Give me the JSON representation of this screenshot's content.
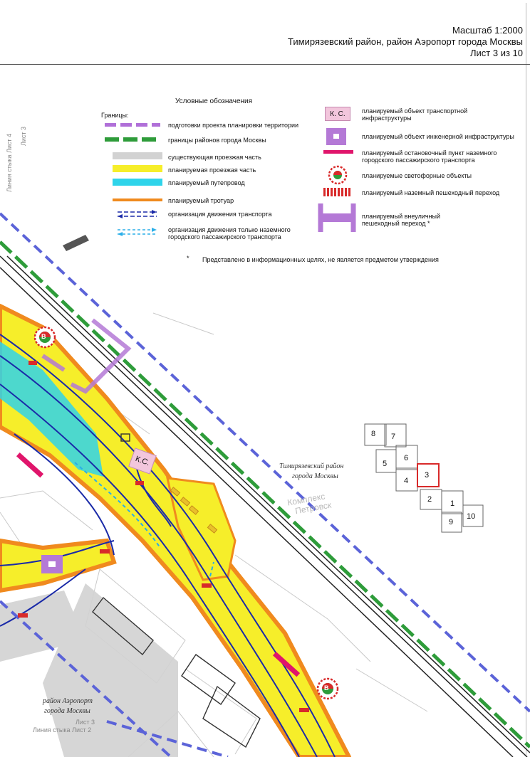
{
  "header": {
    "scale": "Масштаб 1:2000",
    "district": "Тимирязевский район, район Аэропорт города Москвы",
    "sheet": "Лист 3 из 10"
  },
  "legend": {
    "title": "Условные обозначения",
    "boundaries_heading": "Границы:",
    "left_items": [
      {
        "label": "подготовки проекта планировки территории"
      },
      {
        "label": "границы районов города Москвы"
      },
      {
        "label": "существующая проезжая часть"
      },
      {
        "label": "планируемая проезжая часть"
      },
      {
        "label": "планируемый путепровод"
      },
      {
        "label": "планируемый тротуар"
      },
      {
        "label": "организация движения транспорта"
      },
      {
        "label": "организация движения только наземного городского пассажирского транспорта"
      }
    ],
    "right_items": [
      {
        "label": "планируемый объект транспортной инфраструктуры"
      },
      {
        "label": "планируемый объект инженерной инфраструктуры"
      },
      {
        "label": "планируемый остановочный пункт наземного городского пассажирского транспорта"
      },
      {
        "label": "планируемые светофорные объекты"
      },
      {
        "label": "планируемый наземный пешеходный переход"
      },
      {
        "label": "планируемый внеуличный пешеходный переход *"
      }
    ],
    "ks_badge": "К. С.",
    "footnote_mark": "*",
    "footnote": "Представлено в информационных целях, не является предметом утверждения"
  },
  "map": {
    "edge_left_top": "Линия стыка Лист 4",
    "edge_left_top_2": "Лист 3",
    "edge_left_bottom": "Лист 3",
    "edge_left_bottom_2": "Линия стыка Лист 2",
    "district_timiryazev_1": "Тимирязевский район",
    "district_timiryazev_2": "города Москвы",
    "district_aeroport_1": "район Аэропорт",
    "district_aeroport_2": "города Москвы",
    "complex_1": "Комплекс",
    "complex_2": "Петровск",
    "ks_label": "К.С.",
    "signal_letter": "В",
    "key_sheets": [
      "8",
      "7",
      "5",
      "6",
      "4",
      "3",
      "2",
      "1",
      "9",
      "10"
    ],
    "active_sheet": "3"
  },
  "colors": {
    "boundary_project": "#b06fd8",
    "boundary_district": "#2e9c3a",
    "road_existing": "#d2d2d2",
    "road_planned": "#f6ee2a",
    "overpass": "#2fd4ea",
    "sidewalk": "#f08a1e",
    "traffic_line": "#1a2aa8",
    "transit_line": "#2aaee8",
    "stop": "#e0156b",
    "crossing": "#d82a2a",
    "engineering": "#b479d6",
    "ks": "#f2c6dc"
  }
}
